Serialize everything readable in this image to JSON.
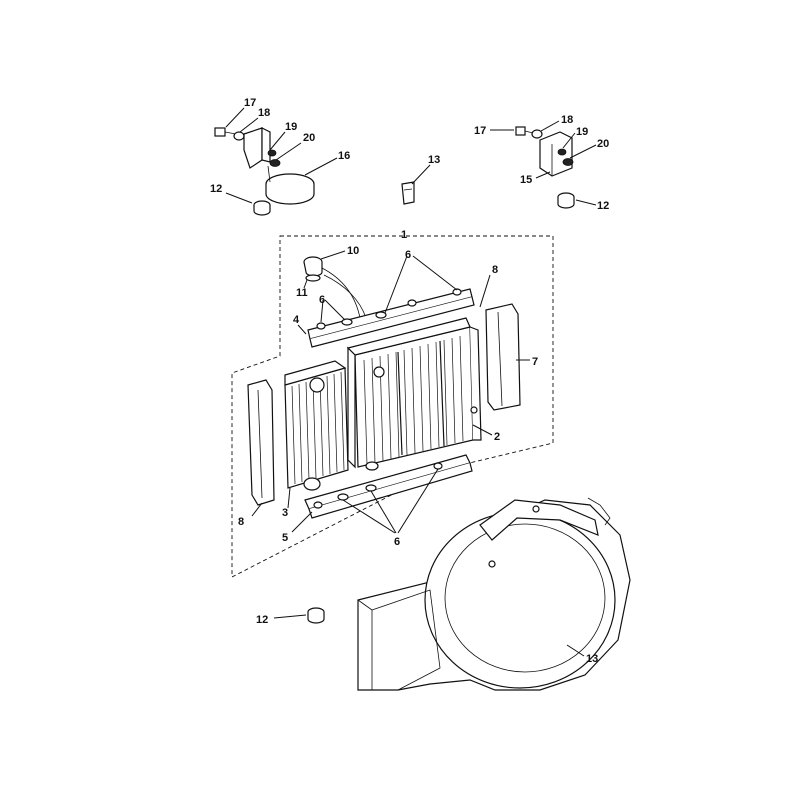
{
  "callouts": {
    "c1": "1",
    "c2": "2",
    "c3": "3",
    "c4": "4",
    "c5": "5",
    "c6a": "6",
    "c6b": "6",
    "c6c": "6",
    "c7": "7",
    "c8a": "8",
    "c8b": "8",
    "c10": "10",
    "c11": "11",
    "c12a": "12",
    "c12b": "12",
    "c12c": "12",
    "c13a": "13",
    "c13b": "13",
    "c15": "15",
    "c16": "16",
    "c17a": "17",
    "c17b": "17",
    "c18a": "18",
    "c18b": "18",
    "c19a": "19",
    "c19b": "19",
    "c20a": "20",
    "c20b": "20"
  }
}
